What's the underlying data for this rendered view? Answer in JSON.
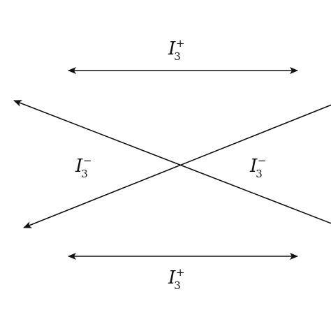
{
  "colors": {
    "stroke": "#111111",
    "background": "#ffffff"
  },
  "labels": {
    "top": {
      "base": "I",
      "sub": "3",
      "sup": "+"
    },
    "left": {
      "base": "I",
      "sub": "3",
      "sup": "−"
    },
    "right": {
      "base": "I",
      "sub": "3",
      "sup": "−"
    },
    "bottom": {
      "base": "I",
      "sub": "3",
      "sup": "+"
    }
  }
}
